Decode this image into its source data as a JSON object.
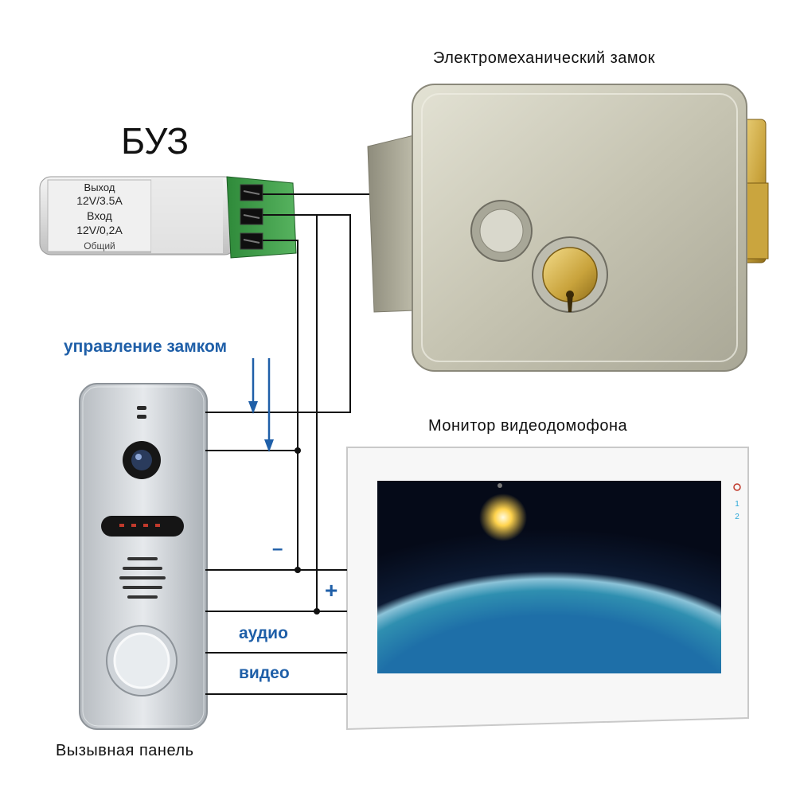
{
  "labels": {
    "lock_title": "Электромеханический замок",
    "buz_title": "БУЗ",
    "lock_control": "управление замком",
    "monitor_title": "Монитор видеодомофона",
    "panel_title": "Вызывная панель",
    "minus": "–",
    "plus": "+",
    "audio": "аудио",
    "video": "видео"
  },
  "buz_unit": {
    "output_label": "Выход",
    "output_value": "12V/3.5A",
    "input_label": "Вход",
    "input_value": "12V/0,2A",
    "common_label": "Общий"
  },
  "monitor": {
    "indicators": [
      "1",
      "2"
    ]
  },
  "colors": {
    "accent_blue": "#1f5fa8",
    "wire": "#111111",
    "terminal_green": "#3c9a45",
    "lock_metal": "#c9c8b6"
  }
}
